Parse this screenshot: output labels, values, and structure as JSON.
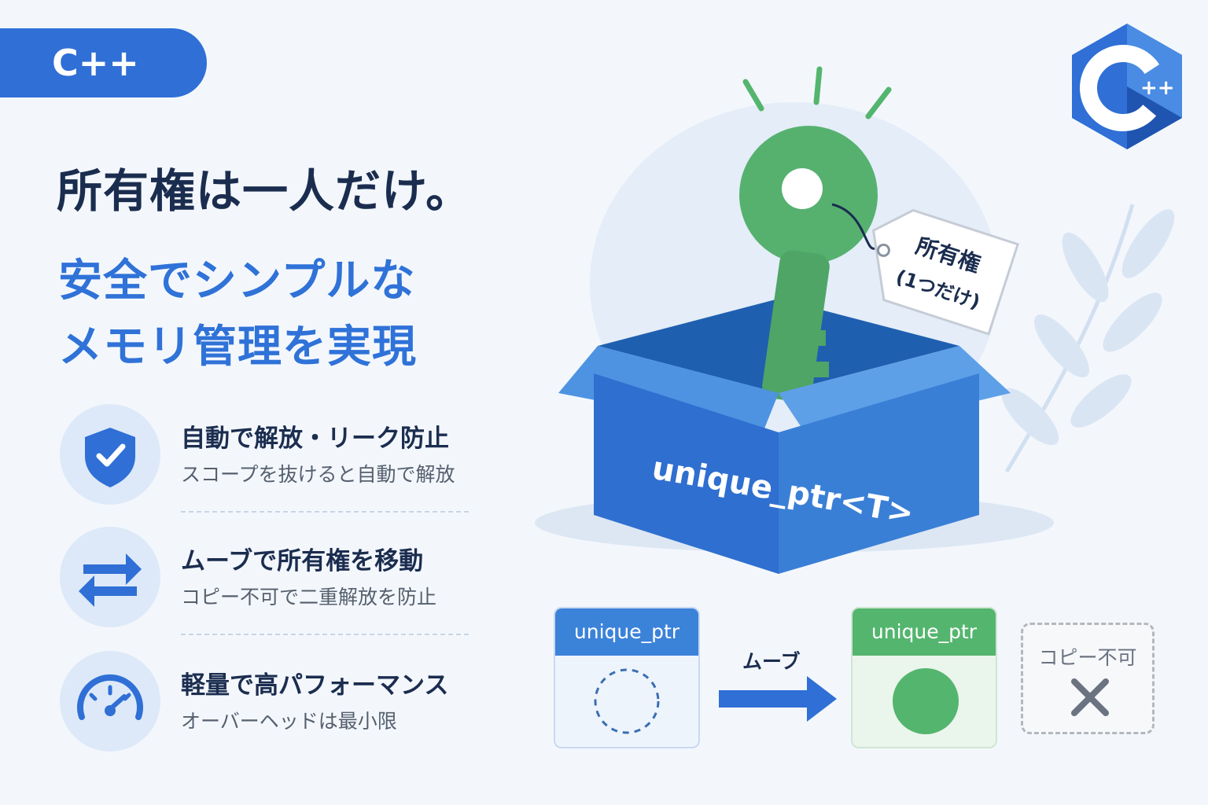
{
  "badge": {
    "label": "C++"
  },
  "logo": {
    "letter": "C",
    "suffix": "++"
  },
  "headline": "所有権は一人だけ。",
  "subheadline": [
    "安全でシンプルな",
    "メモリ管理を実現"
  ],
  "features": [
    {
      "icon": "shield-check-icon",
      "title": "自動で解放・リーク防止",
      "desc": "スコープを抜けると自動で解放"
    },
    {
      "icon": "swap-arrows-icon",
      "title": "ムーブで所有権を移動",
      "desc": "コピー不可で二重解放を防止"
    },
    {
      "icon": "speedometer-icon",
      "title": "軽量で高パフォーマンス",
      "desc": "オーバーヘッドは最小限"
    }
  ],
  "illustration": {
    "box_label": "unique_ptr<T>",
    "tag_line1": "所有権",
    "tag_line2": "(1つだけ)"
  },
  "diagram": {
    "source_label": "unique_ptr",
    "target_label": "unique_ptr",
    "move_label": "ムーブ",
    "nocopy_label": "コピー不可"
  },
  "colors": {
    "primary_blue": "#2f6fd6",
    "accent_green": "#54b56e",
    "headline_navy": "#1b2d4f",
    "background": "#f3f7fc"
  }
}
